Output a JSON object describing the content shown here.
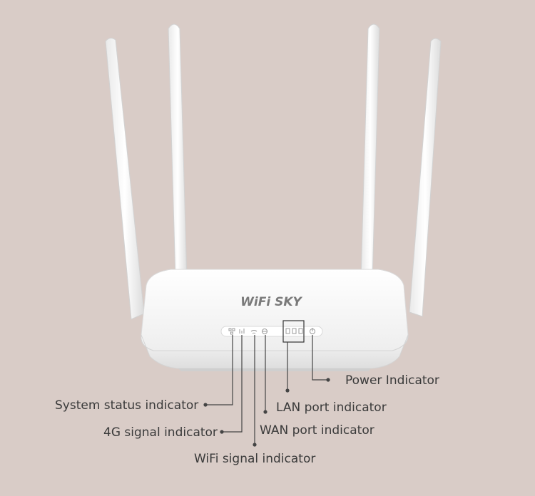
{
  "brand": {
    "logo_text": "WiFi SKY"
  },
  "indicators": {
    "system_status": "System status indicator",
    "signal_4g": "4G signal indicator",
    "wifi_signal": "WiFi signal indicator",
    "wan_port": "WAN port indicator",
    "lan_port": "LAN port indicator",
    "power": "Power Indicator"
  },
  "colors": {
    "background": "#d9ccc7",
    "router_body": "#f4f4f4",
    "callout_line": "#444444"
  },
  "icons": [
    "system-status-icon",
    "signal-4g-icon",
    "wifi-signal-icon",
    "wan-port-icon",
    "lan-port-icon",
    "power-icon"
  ]
}
